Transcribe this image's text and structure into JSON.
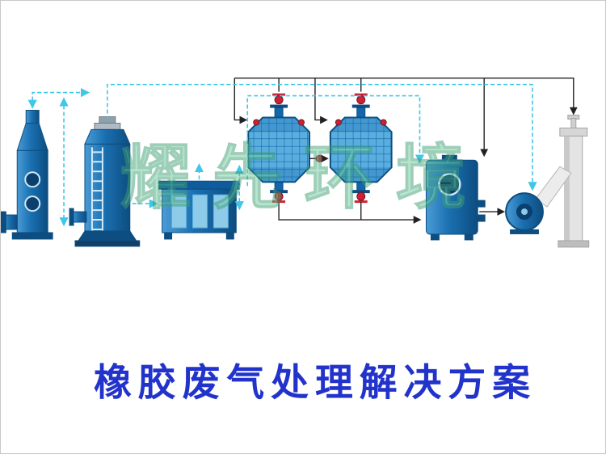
{
  "title": {
    "text": "橡胶废气处理解决方案",
    "color": "#2233cc"
  },
  "watermark": {
    "text": "耀先环境",
    "color": "#72cfa2"
  },
  "colors": {
    "equipment_blue": "#1a6fb0",
    "equipment_blue_dark": "#0d4d80",
    "equipment_blue_light": "#8ecbe9",
    "drum_grid_blue": "#5aaede",
    "arrow_cyan": "#3fc6e8",
    "arrow_black": "#222222",
    "valve_red": "#cc2233",
    "chimney_gray": "#e4e4e4"
  },
  "equipment": [
    {
      "name": "spray-tower"
    },
    {
      "name": "packed-tower"
    },
    {
      "name": "treatment-box"
    },
    {
      "name": "carbon-drum-1"
    },
    {
      "name": "carbon-drum-2"
    },
    {
      "name": "water-tank"
    },
    {
      "name": "centrifugal-fan"
    },
    {
      "name": "exhaust-chimney"
    }
  ]
}
